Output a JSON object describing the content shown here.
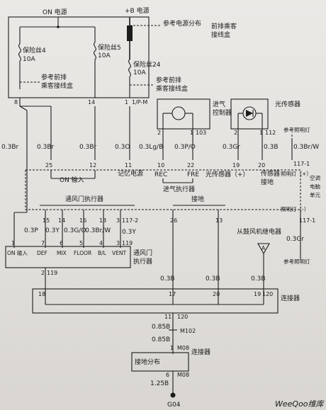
{
  "labels": {
    "on_power": "ON 电源",
    "b_power": "+B 电源",
    "ref_power_dist": "参考电源分布",
    "front_junction_1": "前排乘客",
    "front_junction_2": "接线盒",
    "fuse4": "保险丝4",
    "fuse4_rating": "10A",
    "fuse5": "保险丝5",
    "fuse5_rating": "10A",
    "fuse24": "保险丝24",
    "fuse24_rating": "10A",
    "ref_front_junction_a_1": "参考前排",
    "ref_front_junction_a_2": "乘客接线盒",
    "ref_front_junction_b_1": "参考前排",
    "ref_front_junction_b_2": "乘客接线盒",
    "intake_control_1": "进气",
    "intake_control_2": "控制器",
    "light_sensor": "光传感器",
    "ref_lighting_top": "参考照明灯",
    "ref_lighting_bottom": "参考照明灯",
    "on_input": "ON 输入",
    "memory_power": "记忆电源",
    "rec": "REC",
    "fre": "FRE",
    "intake_actuator": "进气执行器",
    "light_sensor_plus": "光传感器（+）",
    "sensor_ground_1": "传感器",
    "sensor_ground_2": "接地",
    "lighting_plus": "照明灯（+）",
    "lighting_minus": "照明灯（-）",
    "ac_control_1": "空调",
    "ac_control_2": "电脑",
    "ac_control_3": "单元",
    "vent_door_actuator": "通风门执行器",
    "ground": "接地",
    "blower_relay": "从鼓风机继电器",
    "relay_mark": "A",
    "mode_on_input": "ON 输入",
    "def": "DEF",
    "mix": "MIX",
    "floor": "FLOOR",
    "bl": "B/L",
    "vent": "VENT",
    "vent_door_actuator_2a": "通风门",
    "vent_door_actuator_2b": "执行器",
    "connector_1": "连接器",
    "connector_2": "连接器",
    "ground_dist": "接地分布",
    "ground_point": "G04",
    "watermark": "WeeQoo维库",
    "pin_1pm": "1/P-M",
    "pin_103": "103",
    "pin_112": "112",
    "pin_117_1a": "117-1",
    "pin_117_1b": "117-1",
    "pin_117_2": "117-2",
    "pin_119a": "119",
    "pin_119b": "119",
    "pin_120a": "120",
    "pin_120b": "120",
    "m102": "M102",
    "m08a": "M08",
    "m08b": "M08",
    "pins": {
      "p8": "8",
      "p14": "14",
      "p1": "1",
      "p2a": "2",
      "p1a": "1",
      "p2b": "2",
      "p1b": "1",
      "p25": "25",
      "p12": "12",
      "p11": "11",
      "p10": "10",
      "p22": "22",
      "p19": "19",
      "p20": "20",
      "p15": "15",
      "p14b": "14",
      "p16": "16",
      "p13": "13",
      "p3": "3",
      "p26": "26",
      "p13b": "13",
      "p1c": "1",
      "p7": "7",
      "p6": "6",
      "p5": "5",
      "p4": "4",
      "p3b": "3",
      "p2c": "2",
      "p18": "18",
      "p17": "17",
      "p20b": "20",
      "p19b": "19",
      "p11b": "11",
      "p1d": "1",
      "p6b": "6"
    },
    "wires": {
      "w_03br_a": "0.3Br",
      "w_03br_b": "0.3Br",
      "w_03br_c": "0.3Br",
      "w_03o": "0.3O",
      "w_03lgb": "0.3Lg/B",
      "w_03po": "0.3P/O",
      "w_03gr_a": "0.3Gr",
      "w_03b_a": "0.3B",
      "w_03brw": "0.3Br/W",
      "w_03p": "0.3P",
      "w_03y_a": "0.3Y",
      "w_03go": "0.3G/O",
      "w_03brw_b": "0.3Br/W",
      "w_03y_b": "0.3Y",
      "w_03gr_b": "0.3Gr",
      "w_03b_b": "0.3B",
      "w_03b_c": "0.3B",
      "w_03b_d": "0.3B",
      "w_085b_a": "0.85B",
      "w_085b_b": "0.85B",
      "w_125b": "1.25B"
    }
  }
}
